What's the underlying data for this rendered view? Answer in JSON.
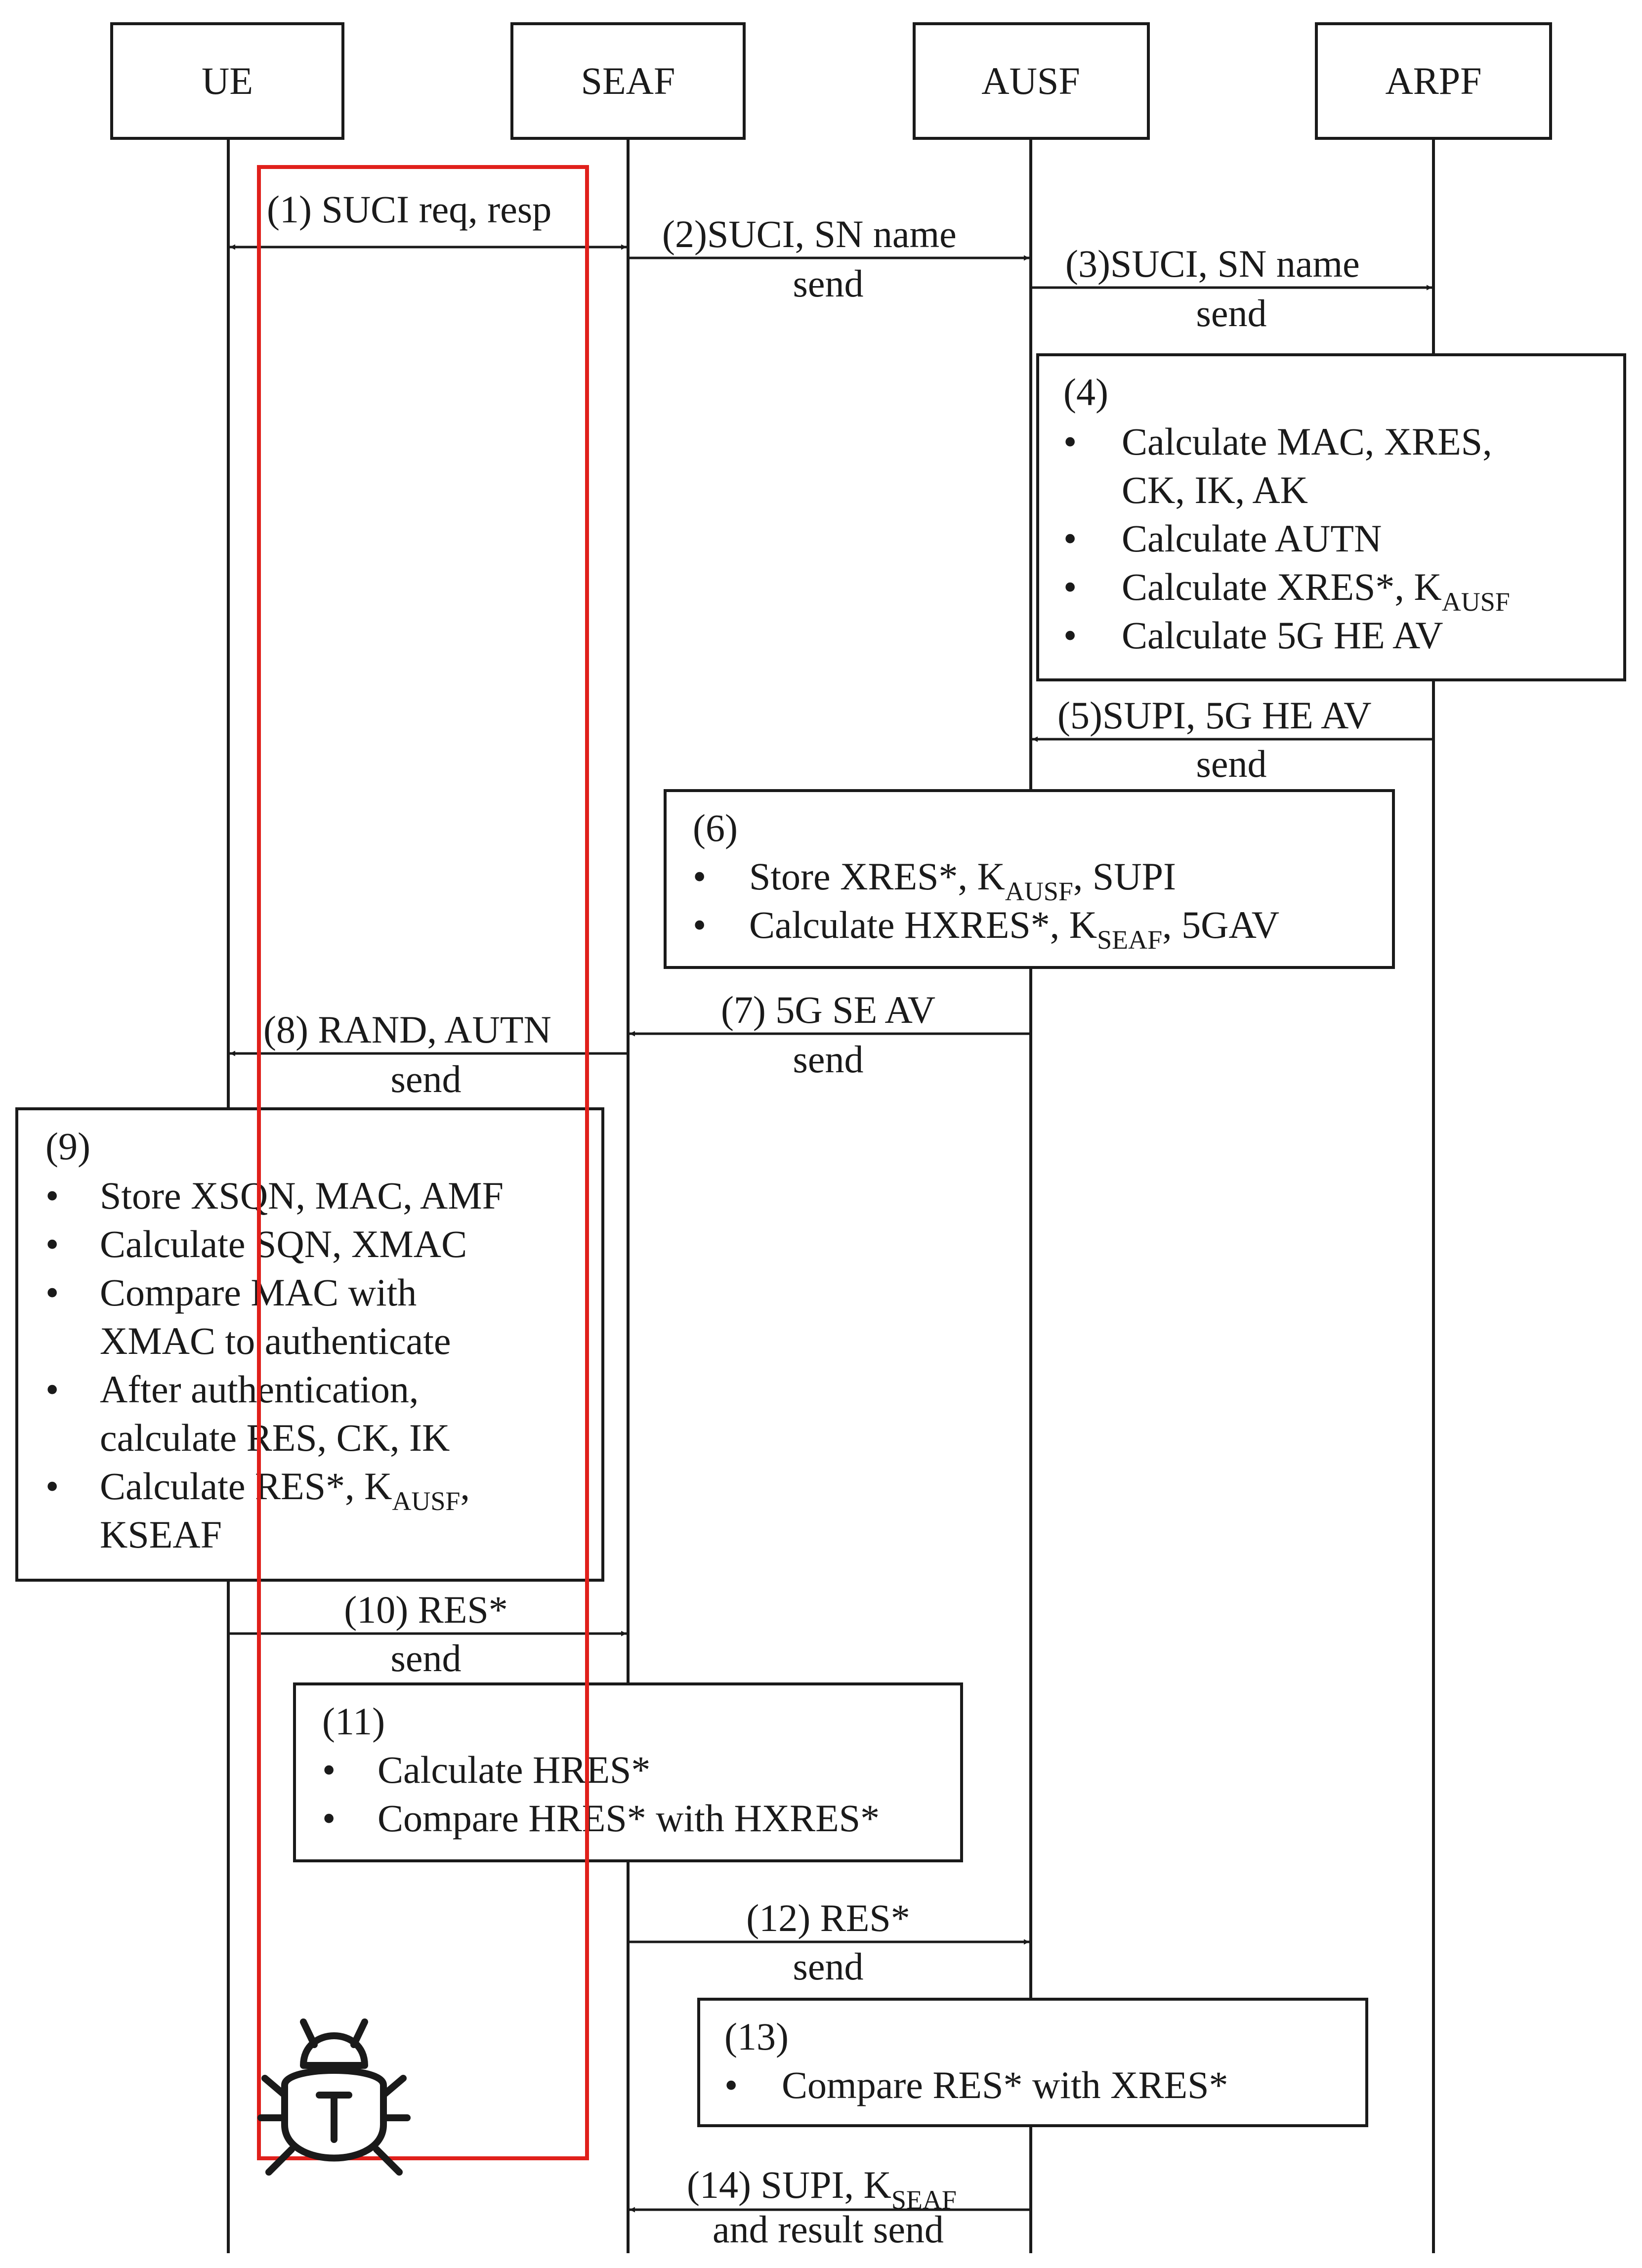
{
  "participants": [
    "UE",
    "SEAF",
    "AUSF",
    "ARPF"
  ],
  "messages": {
    "m1": "(1) SUCI req, resp",
    "m2a": "(2)SUCI, SN name",
    "m2b": "send",
    "m3a": "(3)SUCI, SN name",
    "m3b": "send",
    "m5a": "(5)SUPI, 5G HE AV",
    "m5b": "send",
    "m7a": "(7) 5G SE AV",
    "m7b": "send",
    "m8a": "(8) RAND, AUTN",
    "m8b": "send",
    "m10a": "(10) RES*",
    "m10b": "send",
    "m12a": "(12) RES*",
    "m12b": "send",
    "m14a_pre": "(14) SUPI, K",
    "m14a_sub": "SEAF",
    "m14b": "and result send"
  },
  "notes": {
    "n4": {
      "title": "(4)",
      "b1a": "Calculate MAC, XRES,",
      "b1b": "CK, IK, AK",
      "b2": "Calculate AUTN",
      "b3_pre": "Calculate XRES*, K",
      "b3_sub": "AUSF",
      "b4": "Calculate 5G HE AV"
    },
    "n6": {
      "title": "(6)",
      "b1_pre": "Store XRES*, K",
      "b1_sub": "AUSF",
      "b1_post": ", SUPI",
      "b2_pre": "Calculate HXRES*, K",
      "b2_sub": "SEAF",
      "b2_post": ", 5GAV"
    },
    "n9": {
      "title": "(9)",
      "b1": "Store XSQN, MAC, AMF",
      "b2": "Calculate SQN, XMAC",
      "b3a": "Compare MAC with",
      "b3b": "XMAC to authenticate",
      "b4a": "After authentication,",
      "b4b": "calculate RES, CK, IK",
      "b5_pre": "Calculate RES*, K",
      "b5_sub": "AUSF",
      "b5_post": ",",
      "b5b": "KSEAF"
    },
    "n11": {
      "title": "(11)",
      "b1": "Calculate HRES*",
      "b2": "Compare HRES* with HXRES*"
    },
    "n13": {
      "title": "(13)",
      "b1": "Compare RES* with XRES*"
    }
  },
  "bullet": "•",
  "colors": {
    "ink": "#1a1a1a",
    "attack_box": "#e0201b"
  },
  "icons": {
    "attacker": "bug-icon"
  }
}
